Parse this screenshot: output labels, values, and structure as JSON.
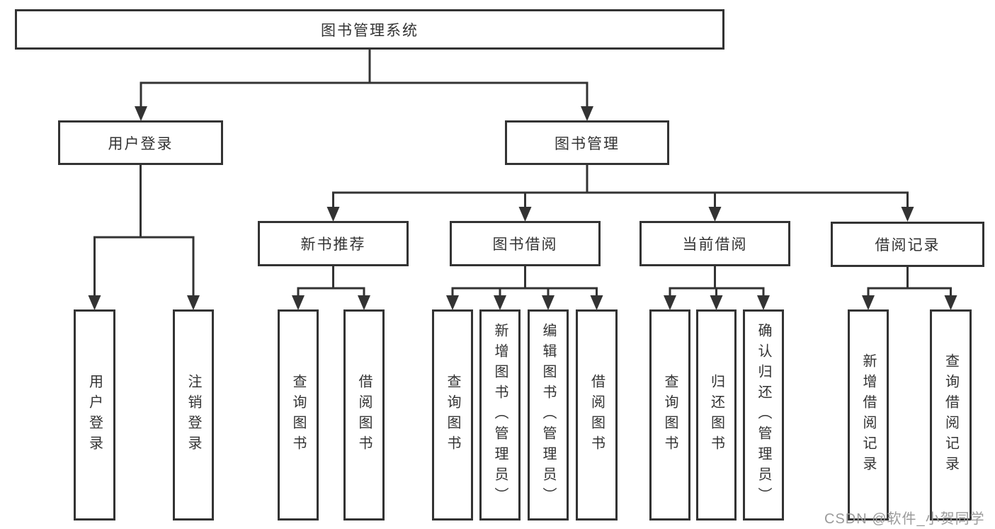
{
  "tree": {
    "label": "图书管理系统",
    "children": [
      {
        "label": "用户登录",
        "children": [
          {
            "label": "用户登录"
          },
          {
            "label": "注销登录"
          }
        ]
      },
      {
        "label": "图书管理",
        "children": [
          {
            "label": "新书推荐",
            "children": [
              {
                "label": "查询图书"
              },
              {
                "label": "借阅图书"
              }
            ]
          },
          {
            "label": "图书借阅",
            "children": [
              {
                "label": "查询图书"
              },
              {
                "label": "新增图书（管理员）"
              },
              {
                "label": "编辑图书（管理员）"
              },
              {
                "label": "借阅图书"
              }
            ]
          },
          {
            "label": "当前借阅",
            "children": [
              {
                "label": "查询图书"
              },
              {
                "label": "归还图书"
              },
              {
                "label": "确认归还（管理员）"
              }
            ]
          },
          {
            "label": "借阅记录",
            "children": [
              {
                "label": "新增借阅记录"
              },
              {
                "label": "查询借阅记录"
              }
            ]
          }
        ]
      }
    ]
  },
  "watermark": {
    "text": "CSDN @软件_小贺同学"
  },
  "colors": {
    "line": "#333333",
    "text": "#333333",
    "box_background": "#ffffff",
    "page_background": "#ffffff",
    "watermark": "#9b9b9b"
  }
}
